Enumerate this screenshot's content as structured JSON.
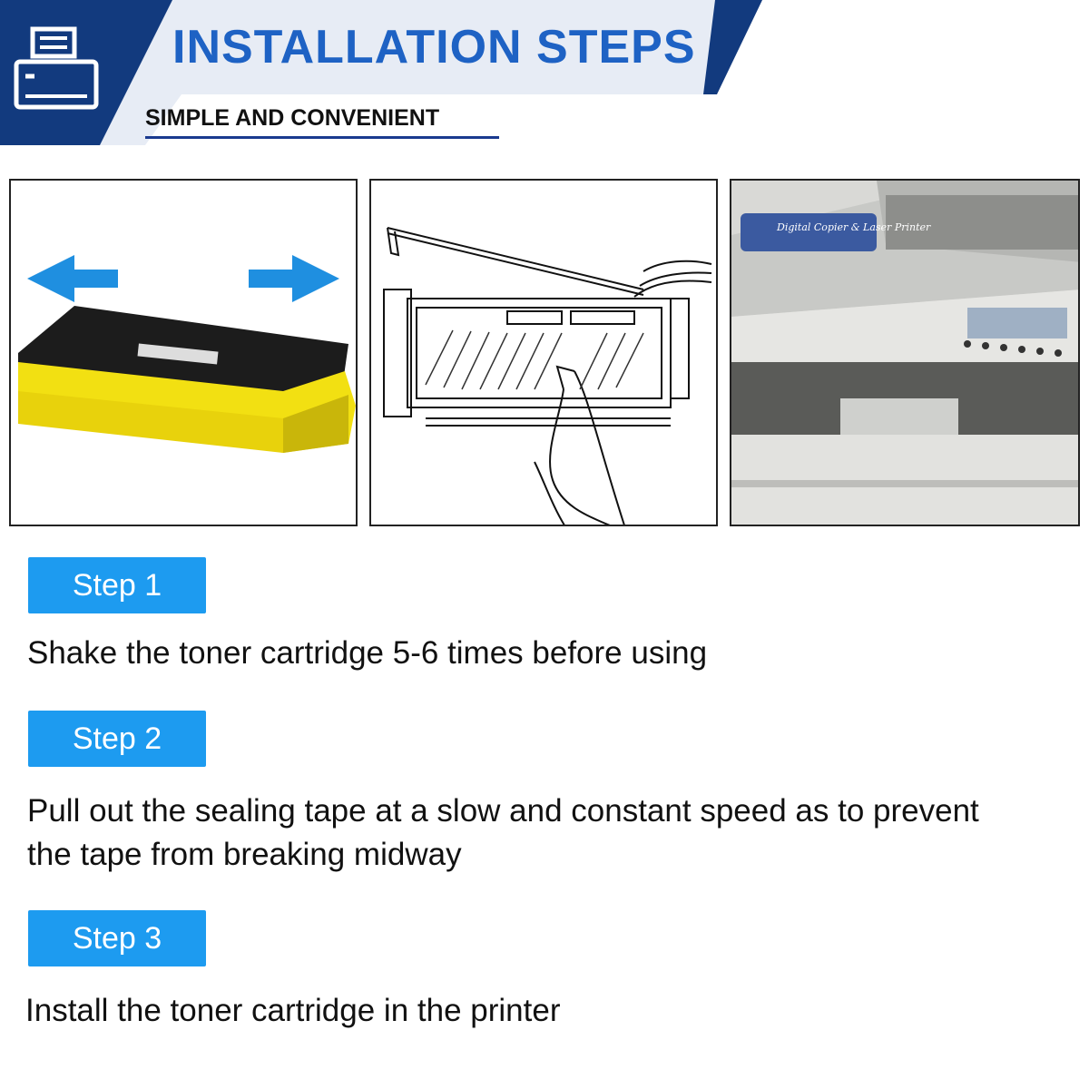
{
  "header": {
    "title": "INSTALLATION STEPS",
    "subtitle": "SIMPLE AND CONVENIENT",
    "icon": "printer-icon",
    "colors": {
      "navy": "#123a7e",
      "blue": "#1e62c4",
      "light_band": "#e7ecf5"
    }
  },
  "panels": [
    {
      "name": "toner-cartridge-shake-image",
      "icons": [
        "arrow-left-icon",
        "arrow-right-icon"
      ]
    },
    {
      "name": "sealing-tape-pull-illustration"
    },
    {
      "name": "printer-photo",
      "label_text": "Digital Copier & Laser Printer"
    }
  ],
  "steps": [
    {
      "label": "Step 1",
      "text": "Shake the toner cartridge 5-6 times before using"
    },
    {
      "label": "Step 2",
      "text": "Pull out the sealing tape at a slow and constant speed as to prevent the tape from breaking midway"
    },
    {
      "label": "Step 3",
      "text": "Install the toner cartridge in the printer"
    }
  ],
  "badge_color": "#1d9bf0"
}
